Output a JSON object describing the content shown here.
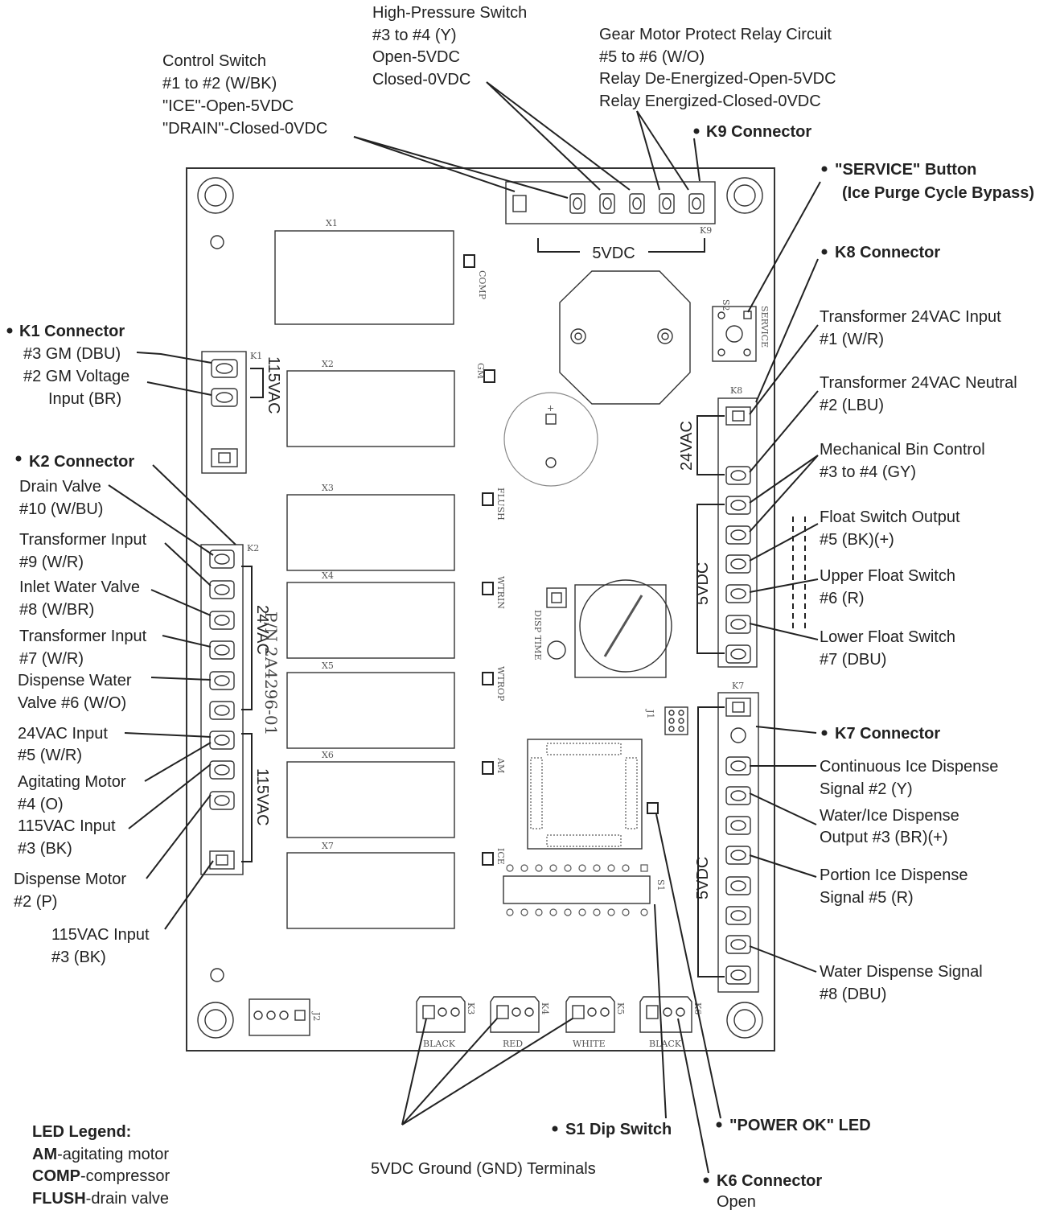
{
  "top_labels": {
    "hps": [
      "High-Pressure Switch",
      "#3 to #4 (Y)",
      "Open-5VDC",
      "Closed-0VDC"
    ],
    "gmp": [
      "Gear Motor Protect Relay Circuit",
      "#5 to #6 (W/O)",
      "Relay De-Energized-Open-5VDC",
      "Relay Energized-Closed-0VDC"
    ],
    "cs": [
      "Control Switch",
      "#1 to #2 (W/BK)",
      "\"ICE\"-Open-5VDC",
      "\"DRAIN\"-Closed-0VDC"
    ],
    "k9": "K9 Connector",
    "service": [
      "\"SERVICE\" Button",
      "(Ice Purge Cycle Bypass)"
    ],
    "k8": "K8 Connector"
  },
  "k1": {
    "title": "K1 Connector",
    "items": [
      "#3 GM (DBU)",
      "#2 GM Voltage",
      "Input (BR)"
    ]
  },
  "k2": {
    "title": "K2 Connector",
    "items": [
      "Drain Valve",
      "#10 (W/BU)",
      "Transformer Input",
      "#9 (W/R)",
      "Inlet Water Valve",
      "#8 (W/BR)",
      "Transformer Input",
      "#7 (W/R)",
      "Dispense Water",
      "Valve #6 (W/O)",
      "24VAC Input",
      "#5 (W/R)",
      "Agitating Motor",
      "#4 (O)",
      "115VAC Input",
      "#3 (BK)",
      "Dispense Motor",
      "#2 (P)",
      "115VAC Input",
      "#3 (BK)"
    ]
  },
  "k8_items": [
    "Transformer 24VAC Input",
    "#1 (W/R)",
    "Transformer 24VAC Neutral",
    "#2 (LBU)",
    "Mechanical Bin Control",
    "#3 to #4 (GY)",
    "Float Switch Output",
    "#5 (BK)(+)",
    "Upper Float Switch",
    "#6 (R)",
    "Lower Float Switch",
    "#7 (DBU)"
  ],
  "k7": {
    "title": "K7 Connector",
    "items": [
      "Continuous Ice Dispense",
      "Signal #2 (Y)",
      "Water/Ice Dispense",
      "Output #3 (BR)(+)",
      "Portion Ice Dispense",
      "Signal #5 (R)",
      "Water Dispense Signal",
      "#8 (DBU)"
    ]
  },
  "bottom": {
    "s1": "S1 Dip Switch",
    "power_ok": "\"POWER OK\" LED",
    "gnd": "5VDC Ground (GND) Terminals",
    "k6_title": "K6 Connector",
    "k6_sub": "Open"
  },
  "legend": {
    "title": "LED Legend:",
    "items": [
      {
        "key": "AM",
        "desc": "-agitating motor"
      },
      {
        "key": "COMP",
        "desc": "-compressor"
      },
      {
        "key": "FLUSH",
        "desc": "-drain valve"
      }
    ]
  },
  "board": {
    "voltages": {
      "v5_top": "5VDC",
      "v115_k1": "115VAC",
      "v24_k2": "24VAC",
      "v115_k2": "115VAC",
      "v24_k8": "24VAC",
      "v5_k8": "5VDC",
      "v5_k7": "5VDC"
    },
    "pn": "P/N 2A4296-01",
    "relays": [
      "X1",
      "X2",
      "X3",
      "X4",
      "X5",
      "X6",
      "X7"
    ],
    "leds": [
      "COMP",
      "GM",
      "FLUSH",
      "WTRIN",
      "WTROP",
      "AM",
      "ICE"
    ],
    "connectors": {
      "k1": "K1",
      "k2": "K2",
      "k8": "K8",
      "k7": "K7",
      "k9": "K9",
      "s2": "S2",
      "service": "SERVICE",
      "j1": "J1",
      "j2": "J2",
      "s1": "S1",
      "k3": "K3",
      "k4": "K4",
      "k5": "K5",
      "k6": "K6",
      "disp_time": "DISP TIME"
    },
    "gnd_colors": [
      "BLACK",
      "RED",
      "WHITE",
      "BLACK"
    ]
  }
}
